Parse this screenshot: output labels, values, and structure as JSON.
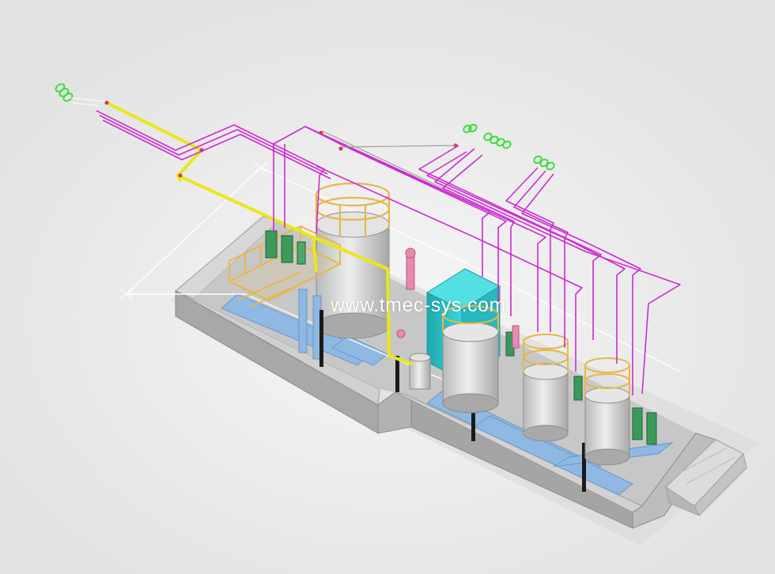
{
  "watermark": "www.tmec-sys.com",
  "colors": {
    "background": "#ececec",
    "concrete_top": "#d4d4d4",
    "concrete_side": "#a9a9a9",
    "pit_floor": "#c6c6c6",
    "steel_frame": "#8fb9e3",
    "tank_body": "#cfcfcf",
    "handrail": "#e6b84a",
    "process_pipe": "#e8e81a",
    "signal_pipe": "#cc2bd1",
    "terminal_marker": "#2fdc2f",
    "control_panel": "#2fc5c9",
    "pump_unit": "#3b9a5b",
    "cable_tray": "#ffffff"
  },
  "components": [
    "concrete-pit",
    "storage-tank",
    "dosing-tank",
    "control-panel",
    "pump-skid",
    "stairway",
    "process-pipeline",
    "signal-pipeline",
    "terminal-marker",
    "access-steps"
  ]
}
